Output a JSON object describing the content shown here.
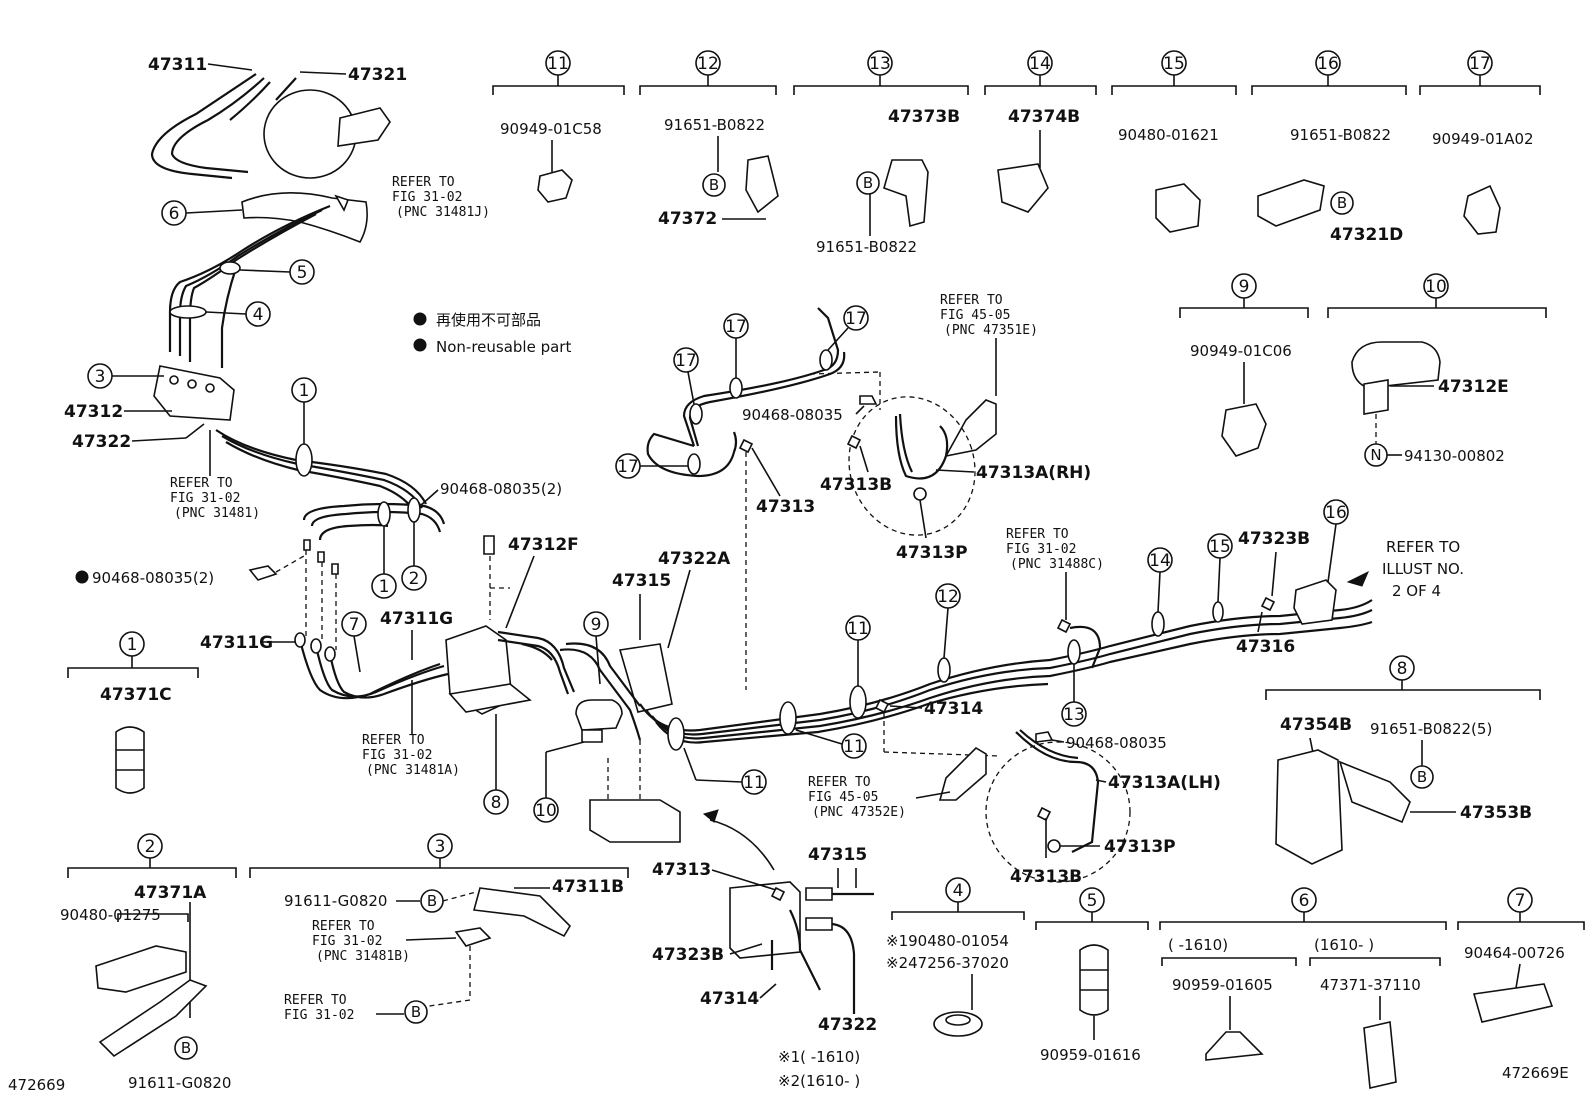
{
  "legend": {
    "line1": "再使用不可部品",
    "line2": "Non-reusable part"
  },
  "ref_notes": {
    "r1": [
      "REFER TO",
      "FIG 31-02",
      "(PNC 31481J)"
    ],
    "r2": [
      "REFER TO",
      "FIG 31-02",
      "(PNC 31481)"
    ],
    "r3": [
      "REFER TO",
      "FIG 45-05",
      "(PNC 47351E)"
    ],
    "r4": [
      "REFER TO",
      "FIG 31-02",
      "(PNC 31488C)"
    ],
    "r5": [
      "REFER TO",
      "FIG 31-02",
      "(PNC 31481A)"
    ],
    "r6": [
      "REFER TO",
      "FIG 45-05",
      "(PNC 47352E)"
    ],
    "r7": [
      "REFER TO",
      "FIG 31-02",
      "(PNC 31481B)"
    ],
    "r8": [
      "REFER TO",
      "FIG 31-02"
    ]
  },
  "illust_ref": [
    "REFER TO",
    "ILLUST NO.",
    "2 OF 4"
  ],
  "footnotes": {
    "n1": "※1(      -1610)",
    "n2": "※2(1610-      )"
  },
  "illust_ids": {
    "left": "472669",
    "right": "472669E"
  },
  "sections": {
    "s1": {
      "num": "1",
      "parts": [
        "47371C"
      ]
    },
    "s2": {
      "num": "2",
      "parts": [
        "47371A",
        "90480-01275",
        "91611-G0820"
      ]
    },
    "s3": {
      "num": "3",
      "parts": [
        "91611-G0820",
        "47311B"
      ]
    },
    "s4": {
      "num": "4",
      "parts": [
        "※190480-01054",
        "※247256-37020"
      ]
    },
    "s5": {
      "num": "5",
      "parts": [
        "90959-01616"
      ]
    },
    "s6": {
      "num": "6",
      "ranges": [
        "(     -1610)",
        "(1610-      )"
      ],
      "parts": [
        "90959-01605",
        "47371-37110"
      ]
    },
    "s7": {
      "num": "7",
      "parts": [
        "90464-00726"
      ]
    },
    "s8": {
      "num": "8",
      "parts": [
        "47354B",
        "91651-B0822(5)",
        "47353B"
      ]
    },
    "s9": {
      "num": "9",
      "parts": [
        "90949-01C06"
      ]
    },
    "s10": {
      "num": "10",
      "parts": [
        "47312E",
        "94130-00802"
      ]
    },
    "s11": {
      "num": "11",
      "parts": [
        "90949-01C58"
      ]
    },
    "s12": {
      "num": "12",
      "parts": [
        "91651-B0822",
        "47372"
      ]
    },
    "s13": {
      "num": "13",
      "parts": [
        "47373B",
        "91651-B0822"
      ]
    },
    "s14": {
      "num": "14",
      "parts": [
        "47374B"
      ]
    },
    "s15": {
      "num": "15",
      "parts": [
        "90480-01621"
      ]
    },
    "s16": {
      "num": "16",
      "parts": [
        "91651-B0822",
        "47321D"
      ]
    },
    "s17": {
      "num": "17",
      "parts": [
        "90949-01A02"
      ]
    }
  },
  "main_labels": {
    "p47311": "47311",
    "p47321": "47321",
    "p47312": "47312",
    "p47322": "47322",
    "p90468_2a": "90468-08035(2)",
    "p90468_2b": "90468-08035(2)",
    "p47312F": "47312F",
    "p47311G_a": "47311G",
    "p47311G_b": "47311G",
    "p47315": "47315",
    "p47322A": "47322A",
    "p47313_top": "47313",
    "p90468_c": "90468-08035",
    "p47313B_rh": "47313B",
    "p47313A_rh": "47313A(RH)",
    "p47313P_rh": "47313P",
    "p47323B": "47323B",
    "p47316": "47316",
    "p47314": "47314",
    "p90468_d": "90468-08035",
    "p47313A_lh": "47313A(LH)",
    "p47313P_lh": "47313P",
    "p47313B_lh": "47313B",
    "p47313_bot": "47313",
    "p47315_bot": "47315",
    "p47323B_bot": "47323B",
    "p47314_bot": "47314",
    "p47322_bot": "47322"
  },
  "callouts": {
    "c1a": "1",
    "c1b": "1",
    "c2": "2",
    "c3": "3",
    "c4": "4",
    "c5": "5",
    "c6": "6",
    "c7": "7",
    "c8": "8",
    "c9": "9",
    "c10": "10",
    "c11a": "11",
    "c11b": "11",
    "c11c": "11",
    "c12": "12",
    "c13": "13",
    "c14": "14",
    "c15": "15",
    "c16": "16",
    "c17a": "17",
    "c17b": "17",
    "c17c": "17",
    "c17d": "17"
  },
  "letter_b": "B",
  "letter_n": "N"
}
